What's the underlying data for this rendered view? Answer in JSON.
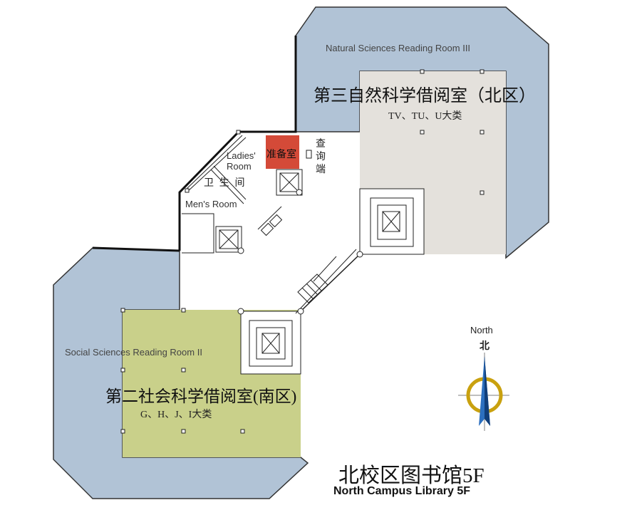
{
  "rooms": {
    "north_room": {
      "en": "Natural Sciences  Reading Room III",
      "zh": "第三自然科学借阅室（北区）",
      "classes": "TV、TU、U大类"
    },
    "south_room": {
      "en": "Social Sciences  Reading Room II",
      "zh": "第二社会科学借阅室(南区)",
      "classes": "G、H、J、I大类"
    },
    "prep_room": "准备室",
    "inquiry": "查\n询\n端",
    "ladies": "Ladies'\nRoom",
    "restroom_zh": "卫  生  间",
    "mens": "Men's Room"
  },
  "compass": {
    "en": "North",
    "zh": "北"
  },
  "title": {
    "zh": "北校区图书馆5F",
    "en": "North Campus Library 5F"
  },
  "colors": {
    "reading_blue": "#b1c3d6",
    "north_gray": "#e4e1dc",
    "south_green": "#c9d08a",
    "prep_red": "#d44a38"
  }
}
